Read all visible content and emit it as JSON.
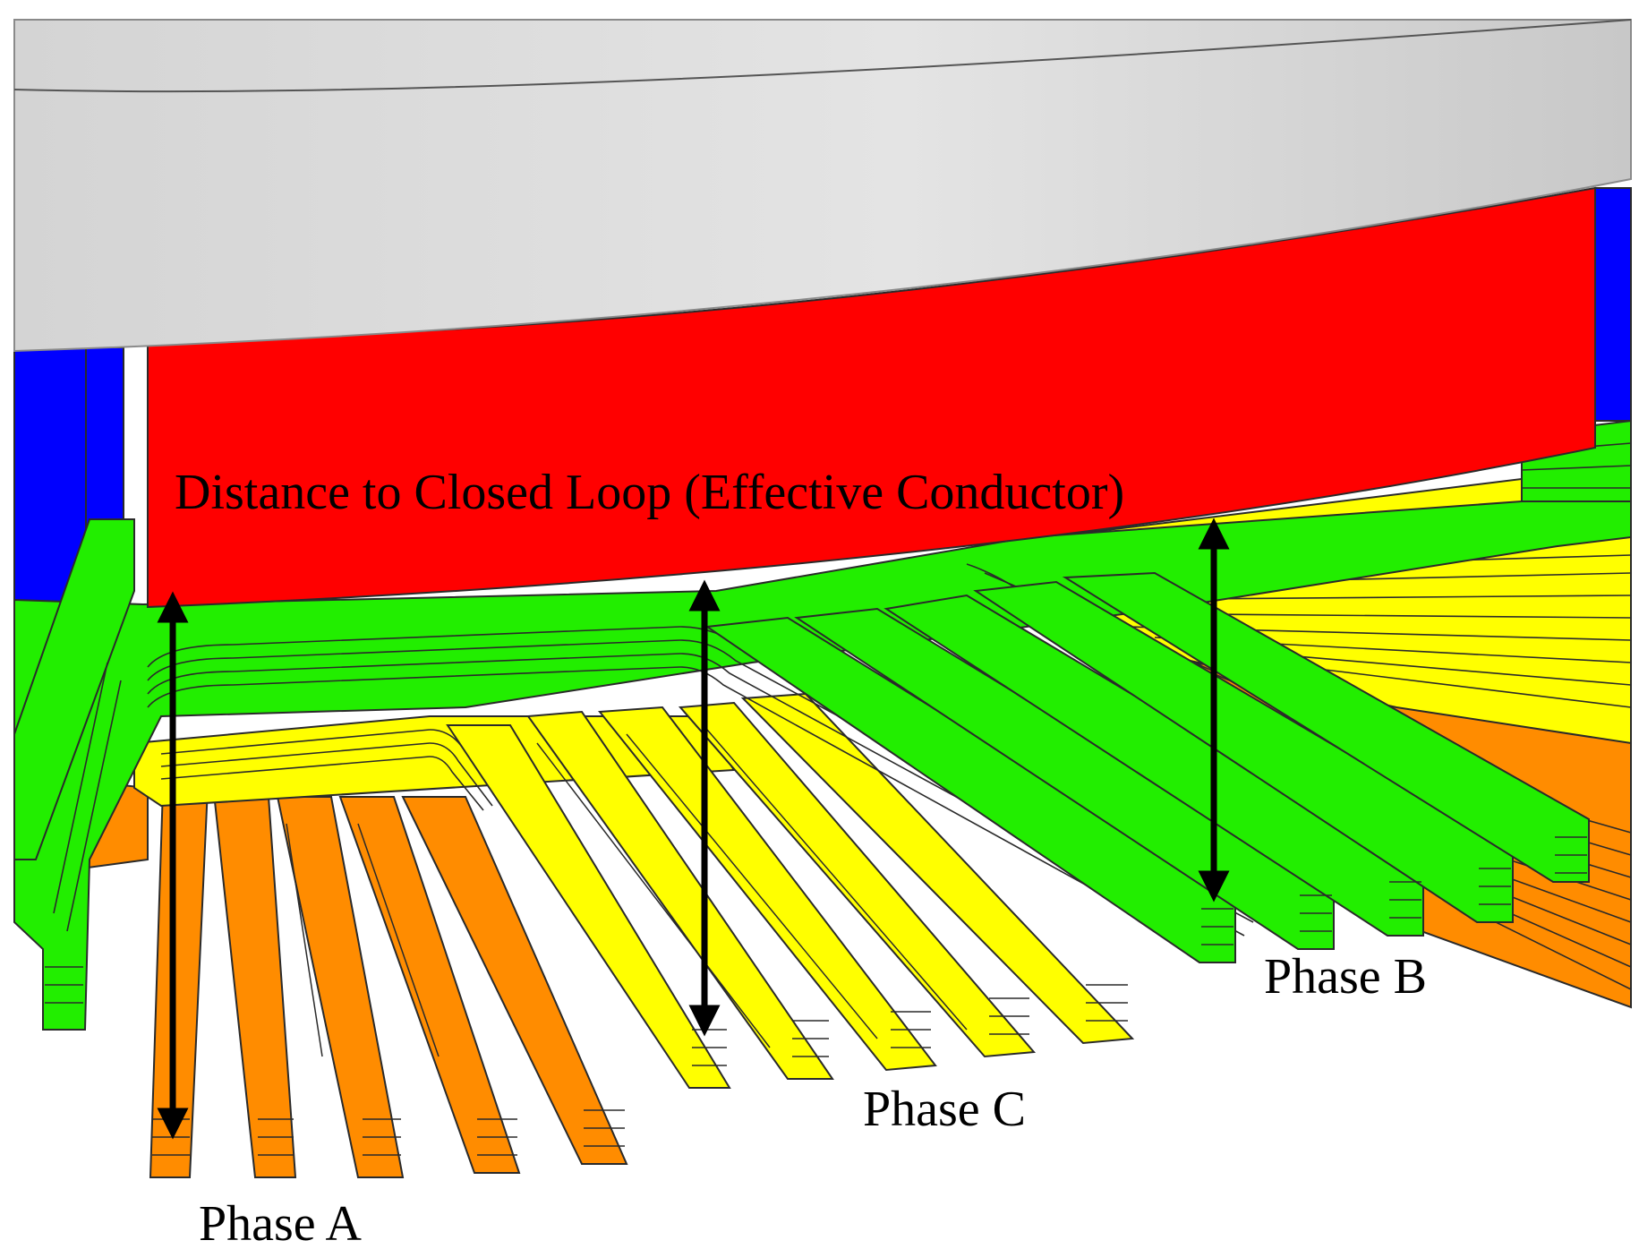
{
  "annotation": "Distance to Closed Loop (Effective Conductor)",
  "phase_labels": {
    "a": "Phase A",
    "b": "Phase B",
    "c": "Phase C"
  },
  "colors": {
    "background": "#ffffff",
    "top_cover": "#d9d9d9",
    "closed_loop": "#ff0000",
    "frame": "#0000ff",
    "phase_a": "#ff8c00",
    "phase_b": "#22ee00",
    "phase_c": "#ffff00",
    "outline": "#2a2a2a",
    "arrow": "#000000"
  }
}
